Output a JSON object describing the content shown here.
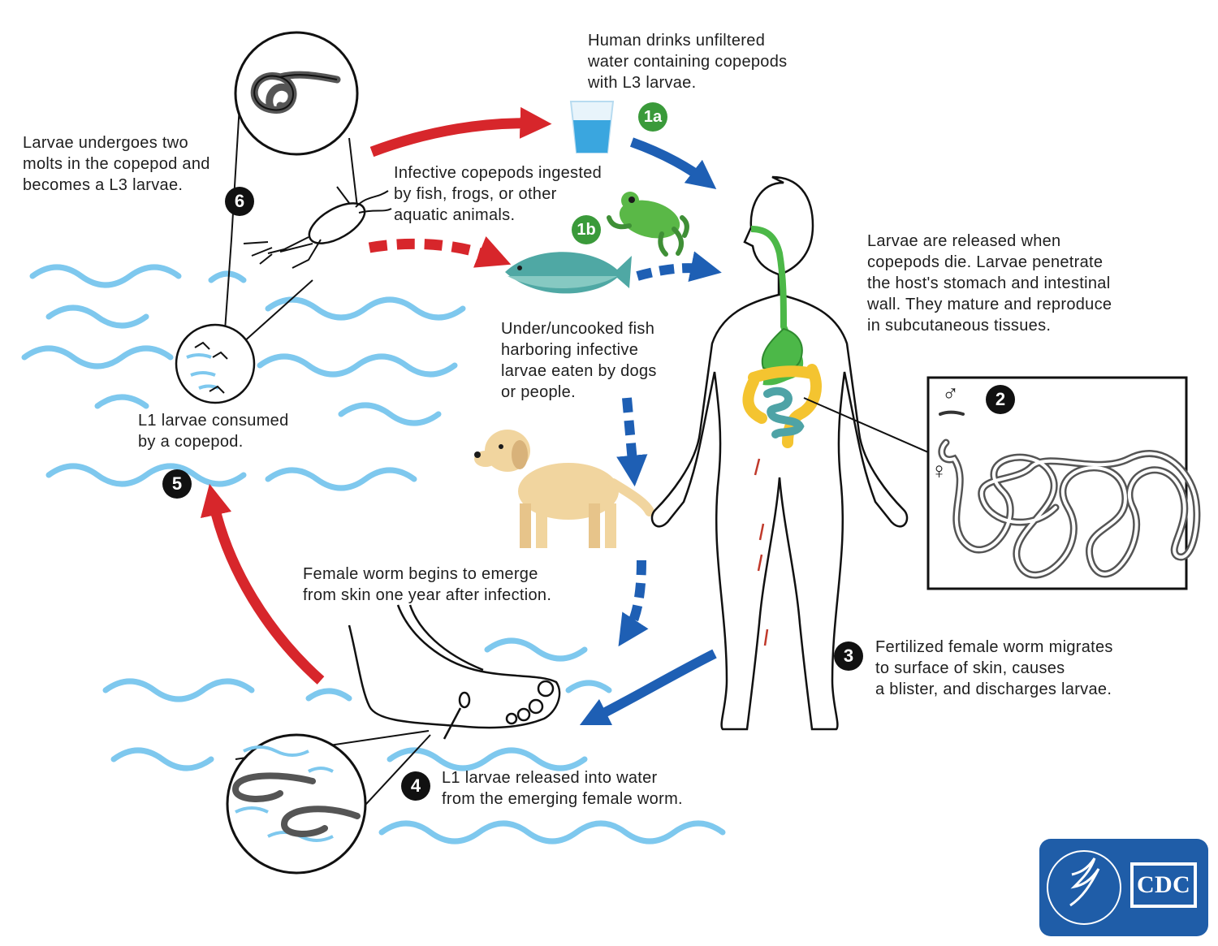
{
  "steps": {
    "s1a": "1a",
    "s1b": "1b",
    "s2": "2",
    "s3": "3",
    "s4": "4",
    "s5": "5",
    "s6": "6"
  },
  "labels": {
    "human_drinks": [
      "Human drinks unfiltered",
      "water containing copepods",
      "with L3 larvae."
    ],
    "copepods_ingested": [
      "Infective copepods ingested",
      "by fish, frogs, or other",
      "aquatic animals."
    ],
    "larvae_molts": [
      "Larvae undergoes two",
      "molts in the copepod and",
      "becomes a L3 larvae."
    ],
    "larvae_released": [
      "Larvae are released when",
      "copepods die. Larvae penetrate",
      "the host's stomach and intestinal",
      "wall.  They mature and reproduce",
      "in subcutaneous tissues."
    ],
    "undercooked_fish": [
      "Under/uncooked fish",
      "harboring infective",
      "larvae eaten by dogs",
      "or people."
    ],
    "l1_consumed": [
      "L1 larvae consumed",
      "by a copepod."
    ],
    "female_emerge": [
      "Female worm begins to emerge",
      "from skin one year after infection."
    ],
    "fertilized_female": [
      "Fertilized female worm migrates",
      "to surface of skin, causes",
      "a blister, and discharges larvae."
    ],
    "l1_released": [
      "L1 larvae released into water",
      "from the emerging female worm."
    ]
  },
  "symbols": {
    "male": "♂",
    "female": "♀"
  },
  "logo": {
    "text": "CDC"
  },
  "colors": {
    "red_arrow": "#d7262b",
    "blue_arrow": "#1e5fb4",
    "water": "#7ec8ee",
    "green_badge": "#3a9a3a",
    "digestive_green": "#4cb848",
    "intestine_yellow": "#f4c430",
    "intestine_teal": "#4ea3a6",
    "fish": "#4fa8a4",
    "frog": "#5ab847",
    "dog": "#f1d59f",
    "cdc_blue": "#1f5da8"
  },
  "icons": [
    "water-glass-icon",
    "frog-icon",
    "fish-icon",
    "copepod-icon",
    "dog-icon",
    "human-body-icon",
    "foot-icon",
    "worms-icon",
    "hhs-eagle-icon"
  ]
}
